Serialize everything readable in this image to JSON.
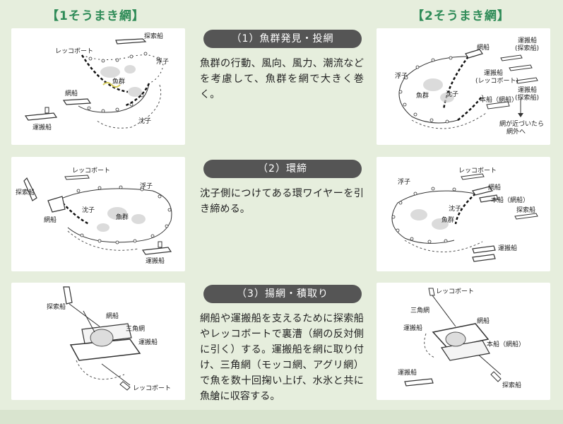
{
  "titles": {
    "left": "【1そうまき網】",
    "right": "【2そうまき網】"
  },
  "steps": [
    {
      "heading": "（1）魚群発見・投網",
      "text": "魚群の行動、風向、風力、潮流などを考慮して、魚群を網で大きく巻く。"
    },
    {
      "heading": "（2）環締",
      "text": "沈子側につけてある環ワイヤーを引き締める。"
    },
    {
      "heading": "（3）揚網・積取り",
      "text": "網船や運搬船を支えるために探索船やレッコボートで裏漕（網の反対側に引く）する。運搬船を網に取り付け、三角網（モッコ網、アグリ網）で魚を数十回掬い上げ、水氷と共に魚艙に収容する。"
    }
  ],
  "diagram_labels": {
    "l1": {
      "recco": "レッコボート",
      "scout": "探索船",
      "float": "浮子",
      "school": "魚群",
      "netboat": "網船",
      "carrier": "運搬船",
      "sinker": "沈子"
    },
    "l2": {
      "recco": "レッコボート",
      "scout": "探索船",
      "float": "浮子",
      "sinker": "沈子",
      "school": "魚群",
      "netboat": "網船",
      "carrier": "運搬船"
    },
    "l3": {
      "scout": "探索船",
      "netboat": "網船",
      "triangle": "三角網",
      "carrier": "運搬船",
      "recco": "レッコボート"
    },
    "r1": {
      "float": "浮子",
      "netboat": "網船",
      "carrier_scout_1": "運搬船",
      "carrier_scout_2": "(探索船)",
      "carrier_recco_1": "運搬船",
      "carrier_recco_2": "(レッコボート)",
      "school": "魚群",
      "sinker": "沈子",
      "mainboat": "本船（網船）",
      "carrier_scout2_1": "運搬船",
      "carrier_scout2_2": "(探索船)",
      "note_1": "網が近づいたら",
      "note_2": "網外へ"
    },
    "r2": {
      "recco": "レッコボート",
      "float": "浮子",
      "netboat": "網船",
      "mainboat": "本船（網船）",
      "scout": "探索船",
      "sinker": "沈子",
      "school": "魚群",
      "carrier": "運搬船"
    },
    "r3": {
      "recco": "レッコボート",
      "triangle": "三角網",
      "netboat": "網船",
      "carrier": "運搬船",
      "mainboat": "本船（網船）",
      "carrier2": "運搬船",
      "scout": "探索船"
    }
  },
  "colors": {
    "title_green": "#2e8b57",
    "pill_bg": "#555555",
    "page_bg": "#e6eedd"
  }
}
